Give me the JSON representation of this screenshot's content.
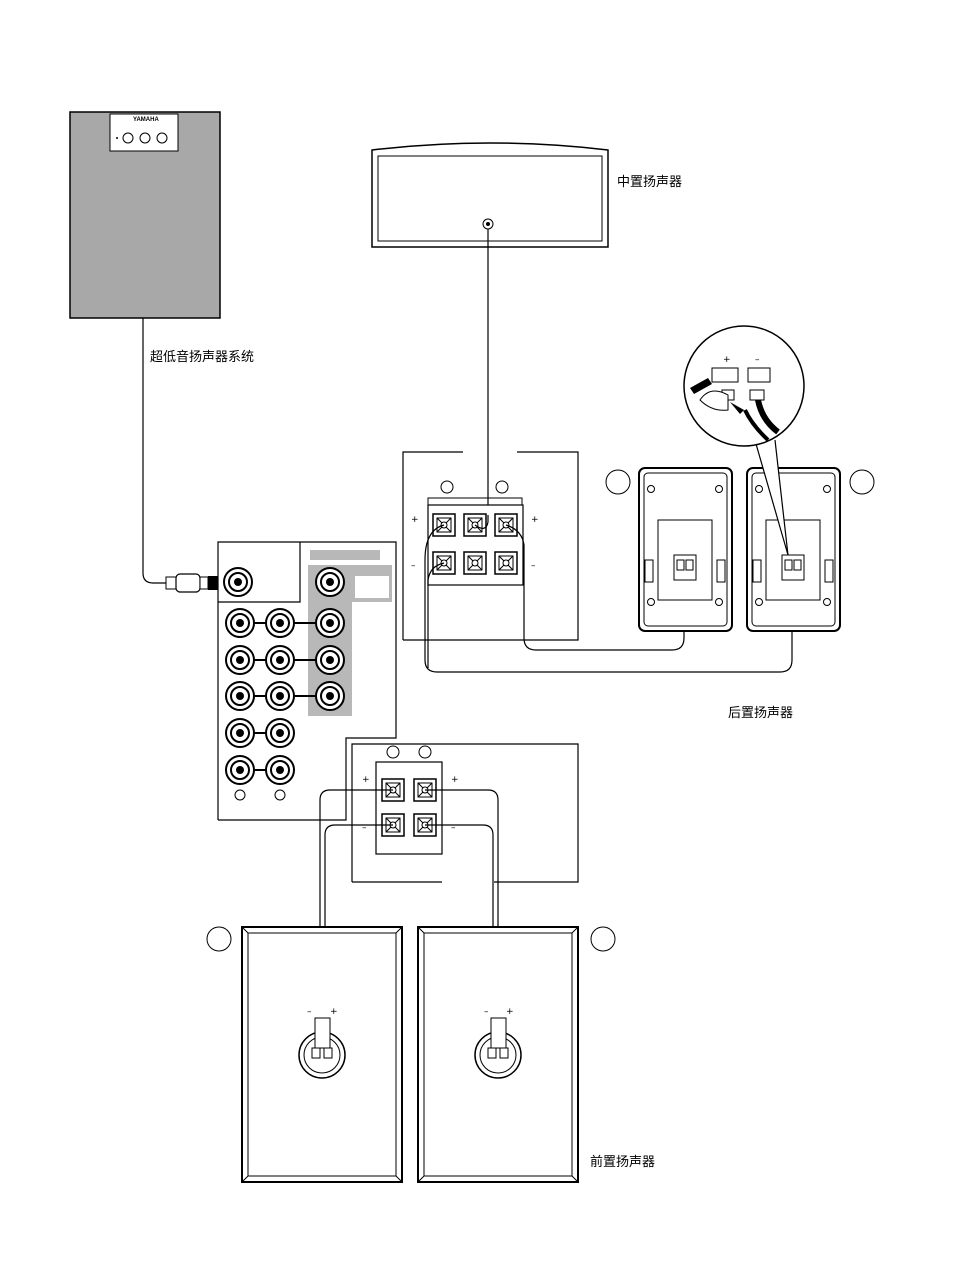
{
  "labels": {
    "subwoofer": "超低音扬声器系统",
    "center": "中置扬声器",
    "rear": "后置扬声器",
    "front": "前置扬声器",
    "brand": "YAMAHA"
  },
  "terminal_marks": {
    "plus": "+",
    "minus": "–"
  },
  "colors": {
    "subwoofer_panel": "#a8a8a8",
    "jack_panel": "#b8b8b8",
    "line": "#000000"
  }
}
